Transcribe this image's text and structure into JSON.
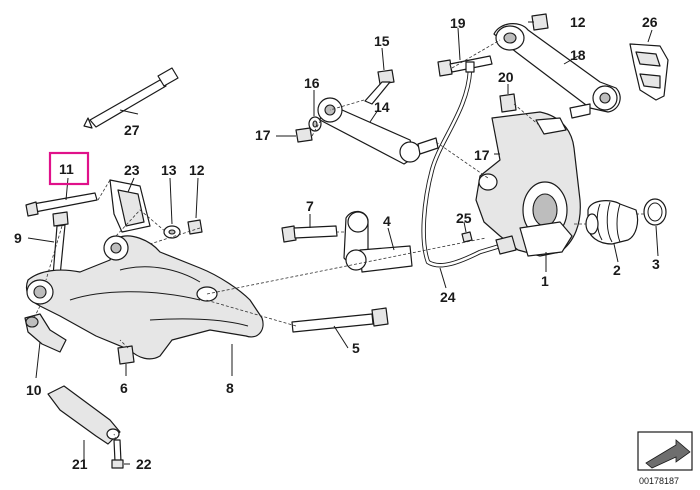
{
  "callouts": {
    "c1": "1",
    "c2": "2",
    "c3": "3",
    "c4": "4",
    "c5": "5",
    "c6": "6",
    "c7": "7",
    "c8": "8",
    "c9": "9",
    "c10": "10",
    "c11": "11",
    "c12a": "12",
    "c12b": "12",
    "c13": "13",
    "c14": "14",
    "c15": "15",
    "c16": "16",
    "c17a": "17",
    "c17b": "17",
    "c18": "18",
    "c19": "19",
    "c20": "20",
    "c21": "21",
    "c22": "22",
    "c23": "23",
    "c24": "24",
    "c25": "25",
    "c26": "26",
    "c27": "27"
  },
  "highlight_color": "#e0118a",
  "document_number": "00178187"
}
